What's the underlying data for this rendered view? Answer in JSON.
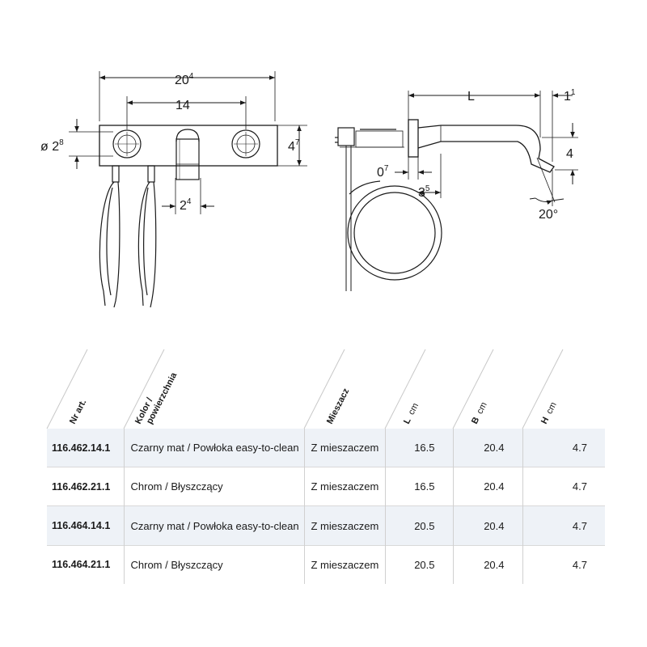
{
  "dimensions": {
    "front_width": {
      "main": "20",
      "sup": "4"
    },
    "hole_spacing": {
      "main": "14"
    },
    "hole_diameter": {
      "main": "ø 2",
      "sup": "8"
    },
    "plate_height": {
      "main": "4",
      "sup": "7"
    },
    "spout_width": {
      "main": "2",
      "sup": "4"
    },
    "spout_length": {
      "main": "L"
    },
    "tip_offset": {
      "main": "1",
      "sup": "1"
    },
    "outlet_drop": {
      "main": "4"
    },
    "plate_gap": {
      "main": "0",
      "sup": "7"
    },
    "rosette_depth": {
      "main": "3",
      "sup": "5"
    },
    "outlet_angle": {
      "main": "20°"
    }
  },
  "table": {
    "headers": {
      "art_no": "Nr art.",
      "color_line1": "Kolor /",
      "color_line2": "powierzchnia",
      "mixer": "Mieszacz",
      "l": "L",
      "b": "B",
      "h": "H",
      "unit": "cm"
    },
    "rows": [
      {
        "art": "116.462.14.1",
        "color": "Czarny mat / Powłoka easy-to-clean",
        "mixer": "Z mieszaczem",
        "l": "16.5",
        "b": "20.4",
        "h": "4.7"
      },
      {
        "art": "116.462.21.1",
        "color": "Chrom / Błyszczący",
        "mixer": "Z mieszaczem",
        "l": "16.5",
        "b": "20.4",
        "h": "4.7"
      },
      {
        "art": "116.464.14.1",
        "color": "Czarny mat / Powłoka easy-to-clean",
        "mixer": "Z mieszaczem",
        "l": "20.5",
        "b": "20.4",
        "h": "4.7"
      },
      {
        "art": "116.464.21.1",
        "color": "Chrom / Błyszczący",
        "mixer": "Z mieszaczem",
        "l": "20.5",
        "b": "20.4",
        "h": "4.7"
      }
    ]
  }
}
